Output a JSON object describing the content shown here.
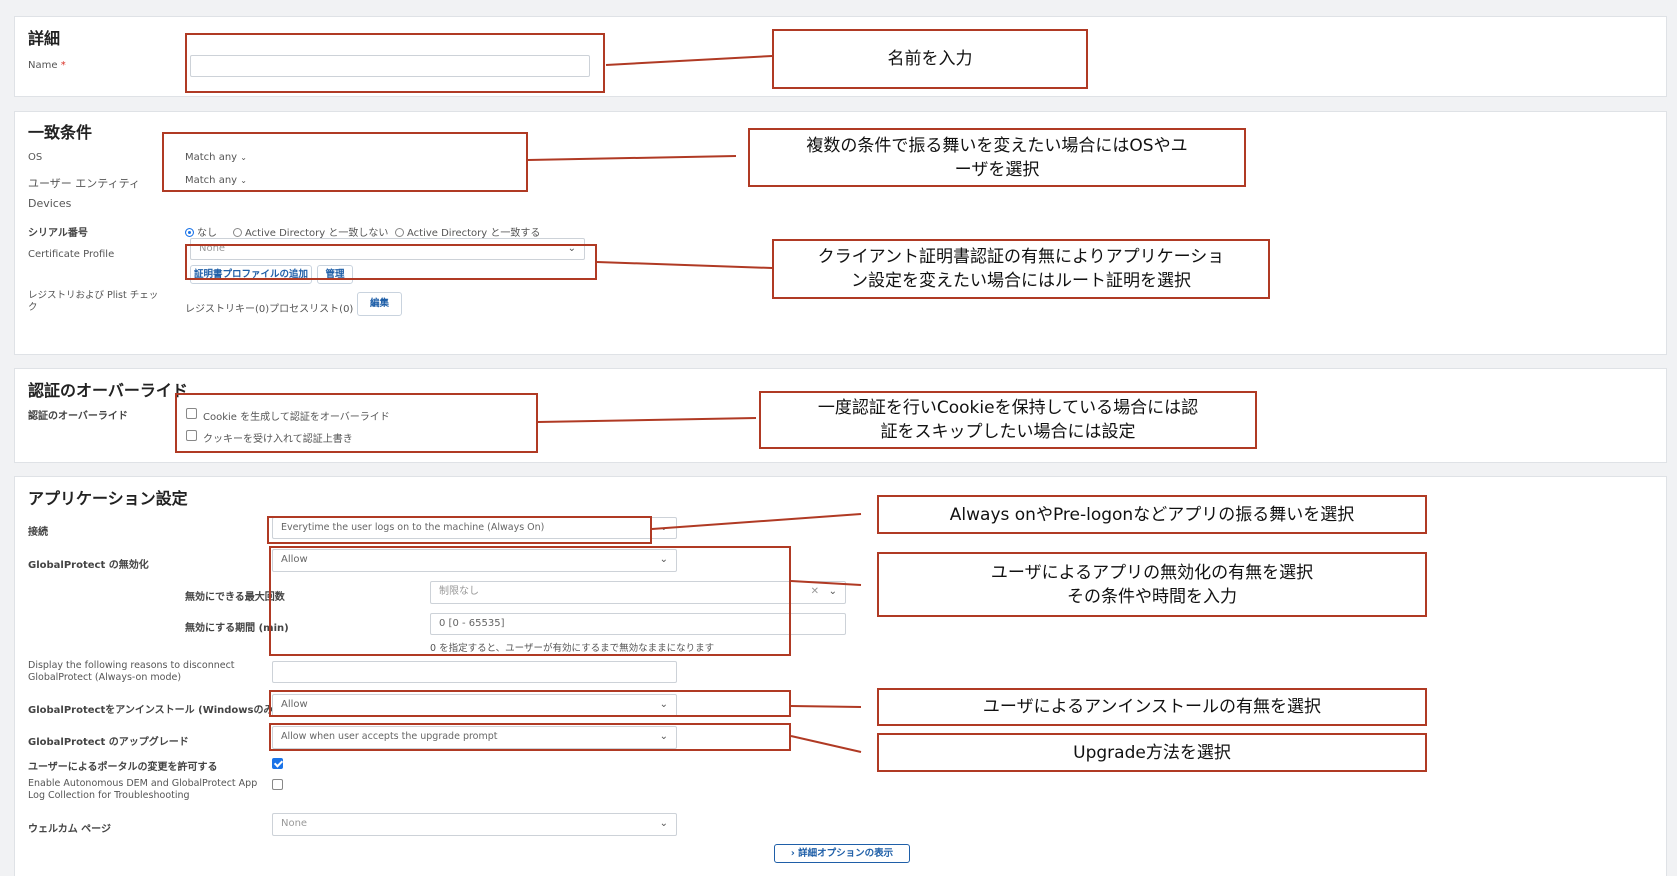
{
  "details": {
    "title": "詳細",
    "name_label": "Name",
    "required_mark": "*",
    "name_value": ""
  },
  "match": {
    "title": "一致条件",
    "os_label": "OS",
    "os_value": "Match any",
    "user_label": "ユーザー エンティティ",
    "user_value": "Match any",
    "devices_label": "Devices",
    "serial_label": "シリアル番号",
    "serial_options": [
      "なし",
      "Active Directory と一致しない",
      "Active Directory と一致する"
    ],
    "serial_selected": 0,
    "cert_label": "Certificate Profile",
    "cert_value": "None",
    "add_cert_profile": "証明書プロファイルの追加",
    "manage": "管理",
    "registry_label_1": "レジストリおよび Plist チェッ",
    "registry_label_2": "ク",
    "registry_value": "レジストリキー(0)プロセスリスト(0)",
    "edit": "編集"
  },
  "auth_override": {
    "title": "認証のオーバーライド",
    "label": "認証のオーバーライド",
    "opt_generate": "Cookie を生成して認証をオーバーライド",
    "opt_accept": "クッキーを受け入れて認証上書き",
    "generate_checked": false,
    "accept_checked": false
  },
  "app": {
    "title": "アプリケーション設定",
    "connect_label": "接続",
    "connect_value": "Everytime the user logs on to the machine (Always On)",
    "disable_label": "GlobalProtect の無効化",
    "disable_value": "Allow",
    "max_disable_label": "無効にできる最大回数",
    "max_disable_value": "制限なし",
    "disable_period_label": "無効にする期間 (min)",
    "disable_period_value": "0 [0 - 65535]",
    "disable_period_hint": "0 を指定すると、ユーザーが有効にするまで無効なままになります",
    "reasons_label_1": "Display the following reasons to disconnect",
    "reasons_label_2": "GlobalProtect (Always-on mode)",
    "reasons_value": "",
    "uninstall_label": "GlobalProtectをアンインストール (Windowsのみ)",
    "uninstall_value": "Allow",
    "upgrade_label": "GlobalProtect のアップグレード",
    "upgrade_value": "Allow when user accepts the upgrade prompt",
    "portal_change_label": "ユーザーによるポータルの変更を許可する",
    "portal_change_checked": true,
    "dem_label_1": "Enable Autonomous DEM and GlobalProtect App",
    "dem_label_2": "Log Collection for Troubleshooting",
    "dem_checked": false,
    "welcome_label": "ウェルカム ページ",
    "welcome_value": "None",
    "advanced_button": "詳細オプションの表示"
  },
  "callouts": {
    "name": "名前を入力",
    "match_1": "複数の条件で振る舞いを変えたい場合にはOSやユ",
    "match_2": "ーザを選択",
    "cert_1": "クライアント証明書認証の有無によりアプリケーショ",
    "cert_2": "ン設定を変えたい場合にはルート証明を選択",
    "auth_1": "一度認証を行いCookieを保持している場合には認",
    "auth_2": "証をスキップしたい場合には設定",
    "connect": "Always onやPre-logonなどアプリの振る舞いを選択",
    "disable_1": "ユーザによるアプリの無効化の有無を選択",
    "disable_2": "その条件や時間を入力",
    "uninstall": "ユーザによるアンインストールの有無を選択",
    "upgrade": "Upgrade方法を選択"
  },
  "icons": {
    "chevron": "chevron-down-icon",
    "clear": "clear-x-icon"
  },
  "colors": {
    "annotation": "#b03a24",
    "accent": "#1a73e8",
    "link": "#1f5fa8"
  }
}
